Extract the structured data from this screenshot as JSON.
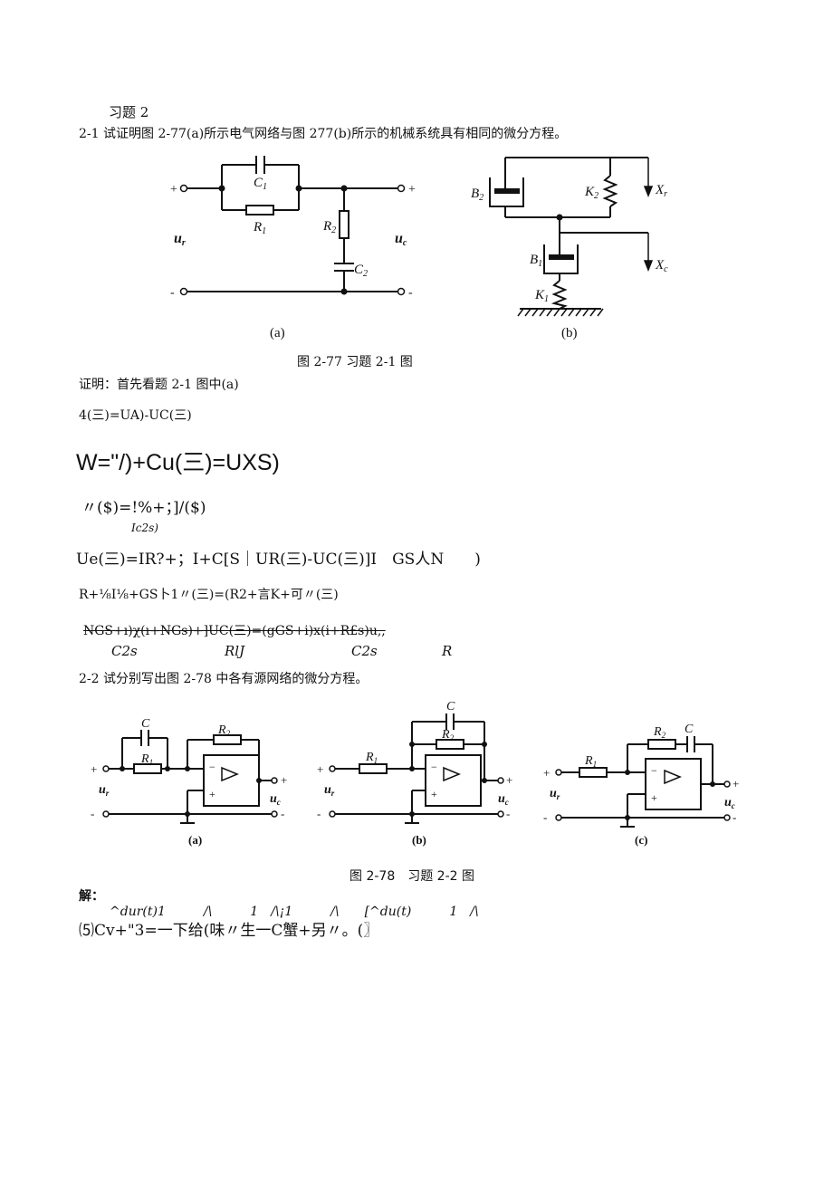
{
  "heading": "习题 2",
  "problem_2_1": "2-1 试证明图 2-77(a)所示电气网络与图 277(b)所示的机械系统具有相同的微分方程。",
  "fig277": {
    "label_a": "(a)",
    "label_b": "(b)",
    "caption": "图 2-77 习题 2-1 图",
    "circuit": {
      "plus_left": "+",
      "minus_left": "-",
      "plus_right": "+",
      "minus_right": "-",
      "C1": "C",
      "C1_sub": "1",
      "R1": "R",
      "R1_sub": "1",
      "R2": "R",
      "R2_sub": "2",
      "C2": "C",
      "C2_sub": "2",
      "ur": "u",
      "ur_sub": "r",
      "uc": "u",
      "uc_sub": "c"
    },
    "mech": {
      "B2": "B",
      "B2_sub": "2",
      "K2": "K",
      "K2_sub": "2",
      "Xr": "X",
      "Xr_sub": "r",
      "B1": "B",
      "B1_sub": "1",
      "Xc": "X",
      "Xc_sub": "c",
      "K1": "K",
      "K1_sub": "1"
    }
  },
  "proof": {
    "line1": "证明：首先看题 2-1 图中(a)",
    "line2": "4(三)=UA)-UC(三)",
    "line3": "W=\"/)+Cu(三)=UXS)",
    "line4": "〃($)=!%+；]/($)",
    "line4_sub": "Ic2s)",
    "line5": "Ue(三)=IR?+；I+C[S｜UR(三)-UC(三)]I　GS人N　　)",
    "line6": "R+⅛I⅛+GS卜1〃(三)=(R2+言K+可〃(三)",
    "line7": "NGS+ı)χ(ı+NGs)+]UC(三)=(gGS+i)x(i+R£s)u,,",
    "line7_sub1": "C2s",
    "line7_sub2": "RlJ",
    "line7_sub3": "C2s",
    "line7_sub4": "R"
  },
  "problem_2_2": "2-2 试分别写出图 2-78 中各有源网络的微分方程。",
  "fig278": {
    "caption": "图 2-78　习题 2-2 图",
    "label_a": "(a)",
    "label_b": "(b)",
    "label_c": "(c)",
    "C": "C",
    "R1": "R",
    "R1_sub": "1",
    "R2": "R",
    "R2_sub": "2",
    "ur": "u",
    "ur_sub": "r",
    "uc": "u",
    "uc_sub": "c",
    "plus": "+",
    "minus": "-",
    "op_minus": "−",
    "op_plus": "+"
  },
  "solution": {
    "label": "解：",
    "line1": "^dur(t)1　　　/\\　　　1　/\\¡1　　　/\\　　[^du(t)　　　1　/\\",
    "line2": "⑸Cv+\"3=一下给(味〃生一C蟹+另〃。(〗"
  }
}
